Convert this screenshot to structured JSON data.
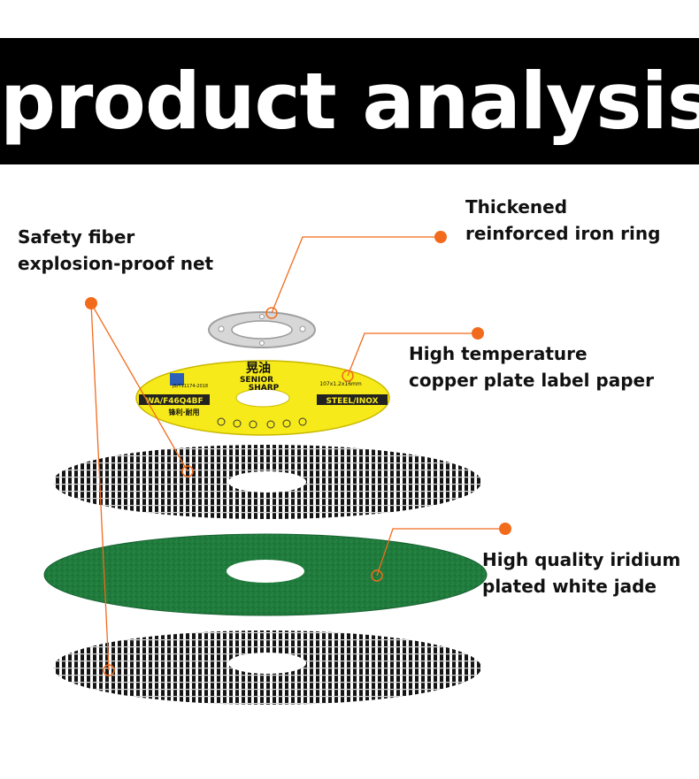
{
  "header": {
    "title": "product analysis"
  },
  "callouts": {
    "safety_net": {
      "line1": "Safety fiber",
      "line2": "explosion-proof net"
    },
    "iron_ring": {
      "line1": "Thickened",
      "line2": "reinforced iron ring"
    },
    "label_paper": {
      "line1": "High temperature",
      "line2": "copper plate label paper"
    },
    "abrasive": {
      "line1": "High quality iridium",
      "line2": "plated white jade"
    }
  },
  "product_label": {
    "brand_cn": "晃油",
    "brand_en1": "SENIOR",
    "brand_en2": "SHARP",
    "spec_left": "WA/F46Q4BF",
    "spec_right": "STEEL/INOX",
    "spec_size": "107x1.2x16mm",
    "std": "JB/T11174-2018",
    "sub_cn": "锋利·耐用"
  },
  "colors": {
    "accent": "#f26b1d",
    "label_yellow": "#f6ea1a",
    "abrasive_green": "#1f7a3c",
    "banner": "#000000"
  }
}
